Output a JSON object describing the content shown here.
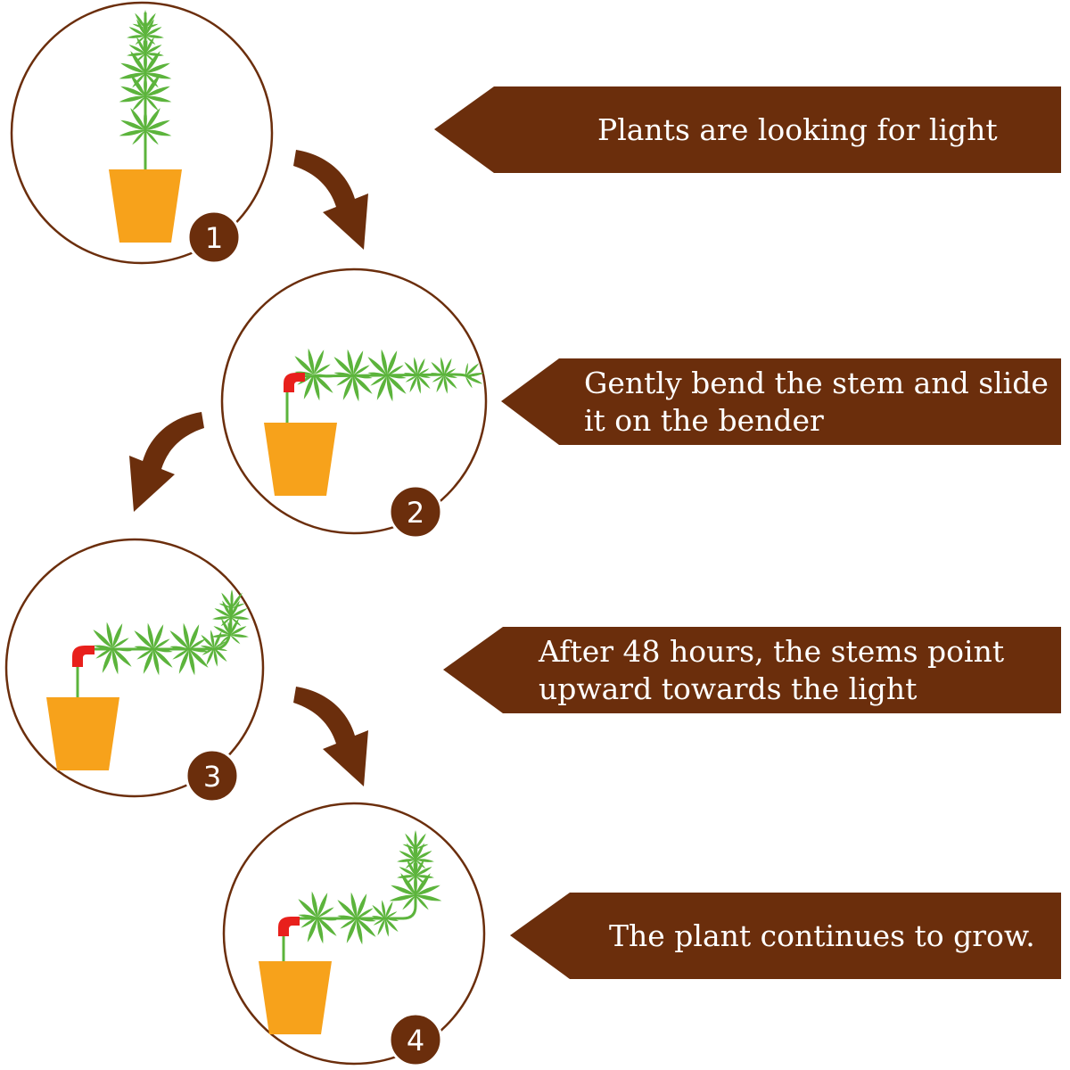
{
  "colors": {
    "brown": "#6b2e0c",
    "leaf": "#5cb43c",
    "pot": "#f7a21b",
    "bender": "#e8201c",
    "number_text": "#ffffff",
    "banner_text": "#ffffff"
  },
  "steps": [
    {
      "number": "1",
      "text": "Plants are looking for light"
    },
    {
      "number": "2",
      "text": "Gently bend the stem and slide it on the bender"
    },
    {
      "number": "3",
      "text": "After 48 hours, the stems point upward towards the light"
    },
    {
      "number": "4",
      "text": "The plant continues to grow."
    }
  ],
  "icons": {
    "plant": "cannabis-plant-icon",
    "pot": "flower-pot-icon",
    "bender": "stem-bender-icon",
    "arrow": "curved-arrow-icon"
  }
}
